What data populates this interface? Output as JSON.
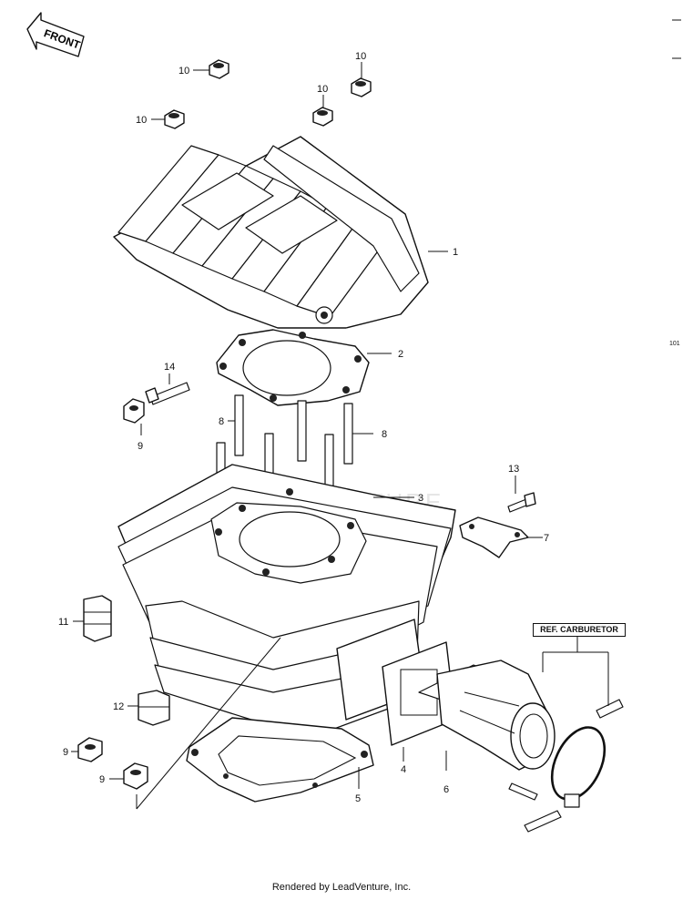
{
  "front_label": "FRONT",
  "callouts": {
    "c1": "1",
    "c2": "2",
    "c3": "3",
    "c4": "4",
    "c5": "5",
    "c6": "6",
    "c7": "7",
    "c8a": "8",
    "c8b": "8",
    "c9a": "9",
    "c9b": "9",
    "c9c": "9",
    "c10a": "10",
    "c10b": "10",
    "c10c": "10",
    "c10d": "10",
    "c11": "11",
    "c12": "12",
    "c13": "13",
    "c14": "14"
  },
  "ref_carburetor": "REF. CARBURETOR",
  "side_code": "101",
  "watermark": "ADVENTURE",
  "footer": "Rendered by LeadVenture, Inc."
}
